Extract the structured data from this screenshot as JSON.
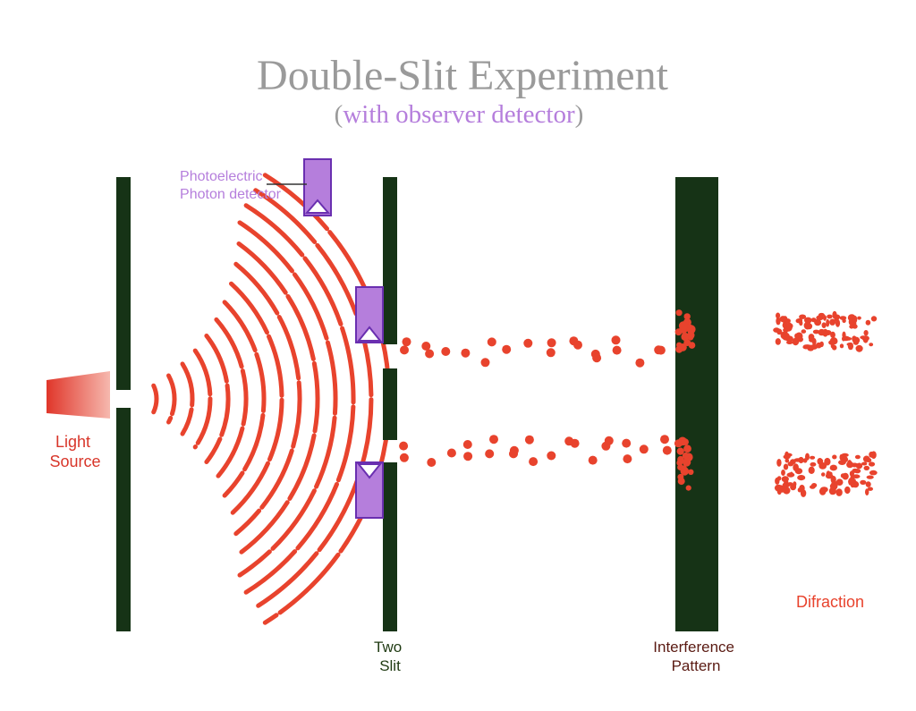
{
  "title": "Double-Slit Experiment",
  "subtitle_paren_open": "(",
  "subtitle_text": "with observer detector",
  "subtitle_paren_close": ")",
  "labels": {
    "light_source_line1": "Light",
    "light_source_line2": "Source",
    "detector_line1": "Photoelectric",
    "detector_line2": "Photon detector",
    "two_slit_line1": "Two",
    "two_slit_line2": "Slit",
    "interference_line1": "Interference",
    "interference_line2": "Pattern",
    "diffraction": "Difraction"
  },
  "colors": {
    "title_gray": "#9a9a9a",
    "purple": "#b57edc",
    "purple_dark": "#6a2fb0",
    "red": "#e8432d",
    "barrier": "#163316",
    "light_source_label": "#d8362a",
    "interference_label": "#5a1a12",
    "two_slit_label": "#1f3a12"
  }
}
